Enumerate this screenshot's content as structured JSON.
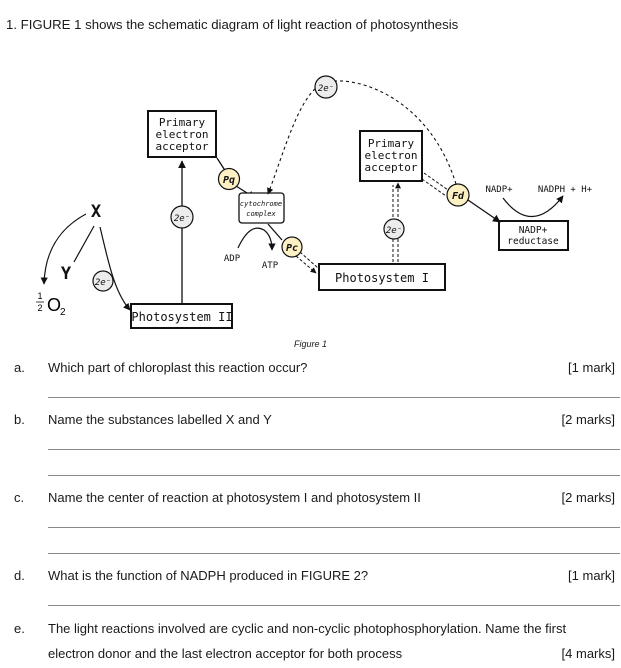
{
  "question": {
    "title": "1.  FIGURE 1 shows the schematic diagram of light reaction of photosynthesis"
  },
  "figure": {
    "caption": "Figure 1",
    "labels": {
      "primary_acceptor_left": [
        "Primary",
        "electron",
        "acceptor"
      ],
      "primary_acceptor_right": [
        "Primary",
        "electron",
        "acceptor"
      ],
      "photosystem_ii": "Photosystem II",
      "photosystem_i": "Photosystem I",
      "x": "X",
      "y": "Y",
      "half": "1",
      "half_den": "2",
      "o2": "O",
      "o2_sub": "2",
      "electrons": "2e⁻",
      "pq": "Pq",
      "pc": "Pc",
      "fd": "Fd",
      "cytochrome": [
        "cytochrome",
        "complex"
      ],
      "adp": "ADP",
      "atp": "ATP",
      "nadp": "NADP+",
      "nadph": "NADPH + H+",
      "reductase": [
        "NADP+",
        "reductase"
      ]
    }
  },
  "parts": [
    {
      "letter": "a.",
      "text": "Which part of chloroplast this reaction occur?",
      "marks": "[1 mark]"
    },
    {
      "letter": "b.",
      "text": "Name the substances labelled X and Y",
      "marks": "[2 marks]"
    },
    {
      "letter": "c.",
      "text": "Name the center of reaction at photosystem I and photosystem II",
      "marks": "[2 marks]"
    },
    {
      "letter": "d.",
      "text": "What is the function of NADPH produced in FIGURE 2?",
      "marks": "[1 mark]"
    },
    {
      "letter": "e.",
      "text": "The light reactions involved are cyclic and non-cyclic photophosphorylation. Name the first",
      "text2": "electron donor and the last electron acceptor for both process",
      "marks": "[4 marks]"
    }
  ],
  "colors": {
    "carrier_fill": "#fdf0c2",
    "electron_fill": "#ececec"
  }
}
